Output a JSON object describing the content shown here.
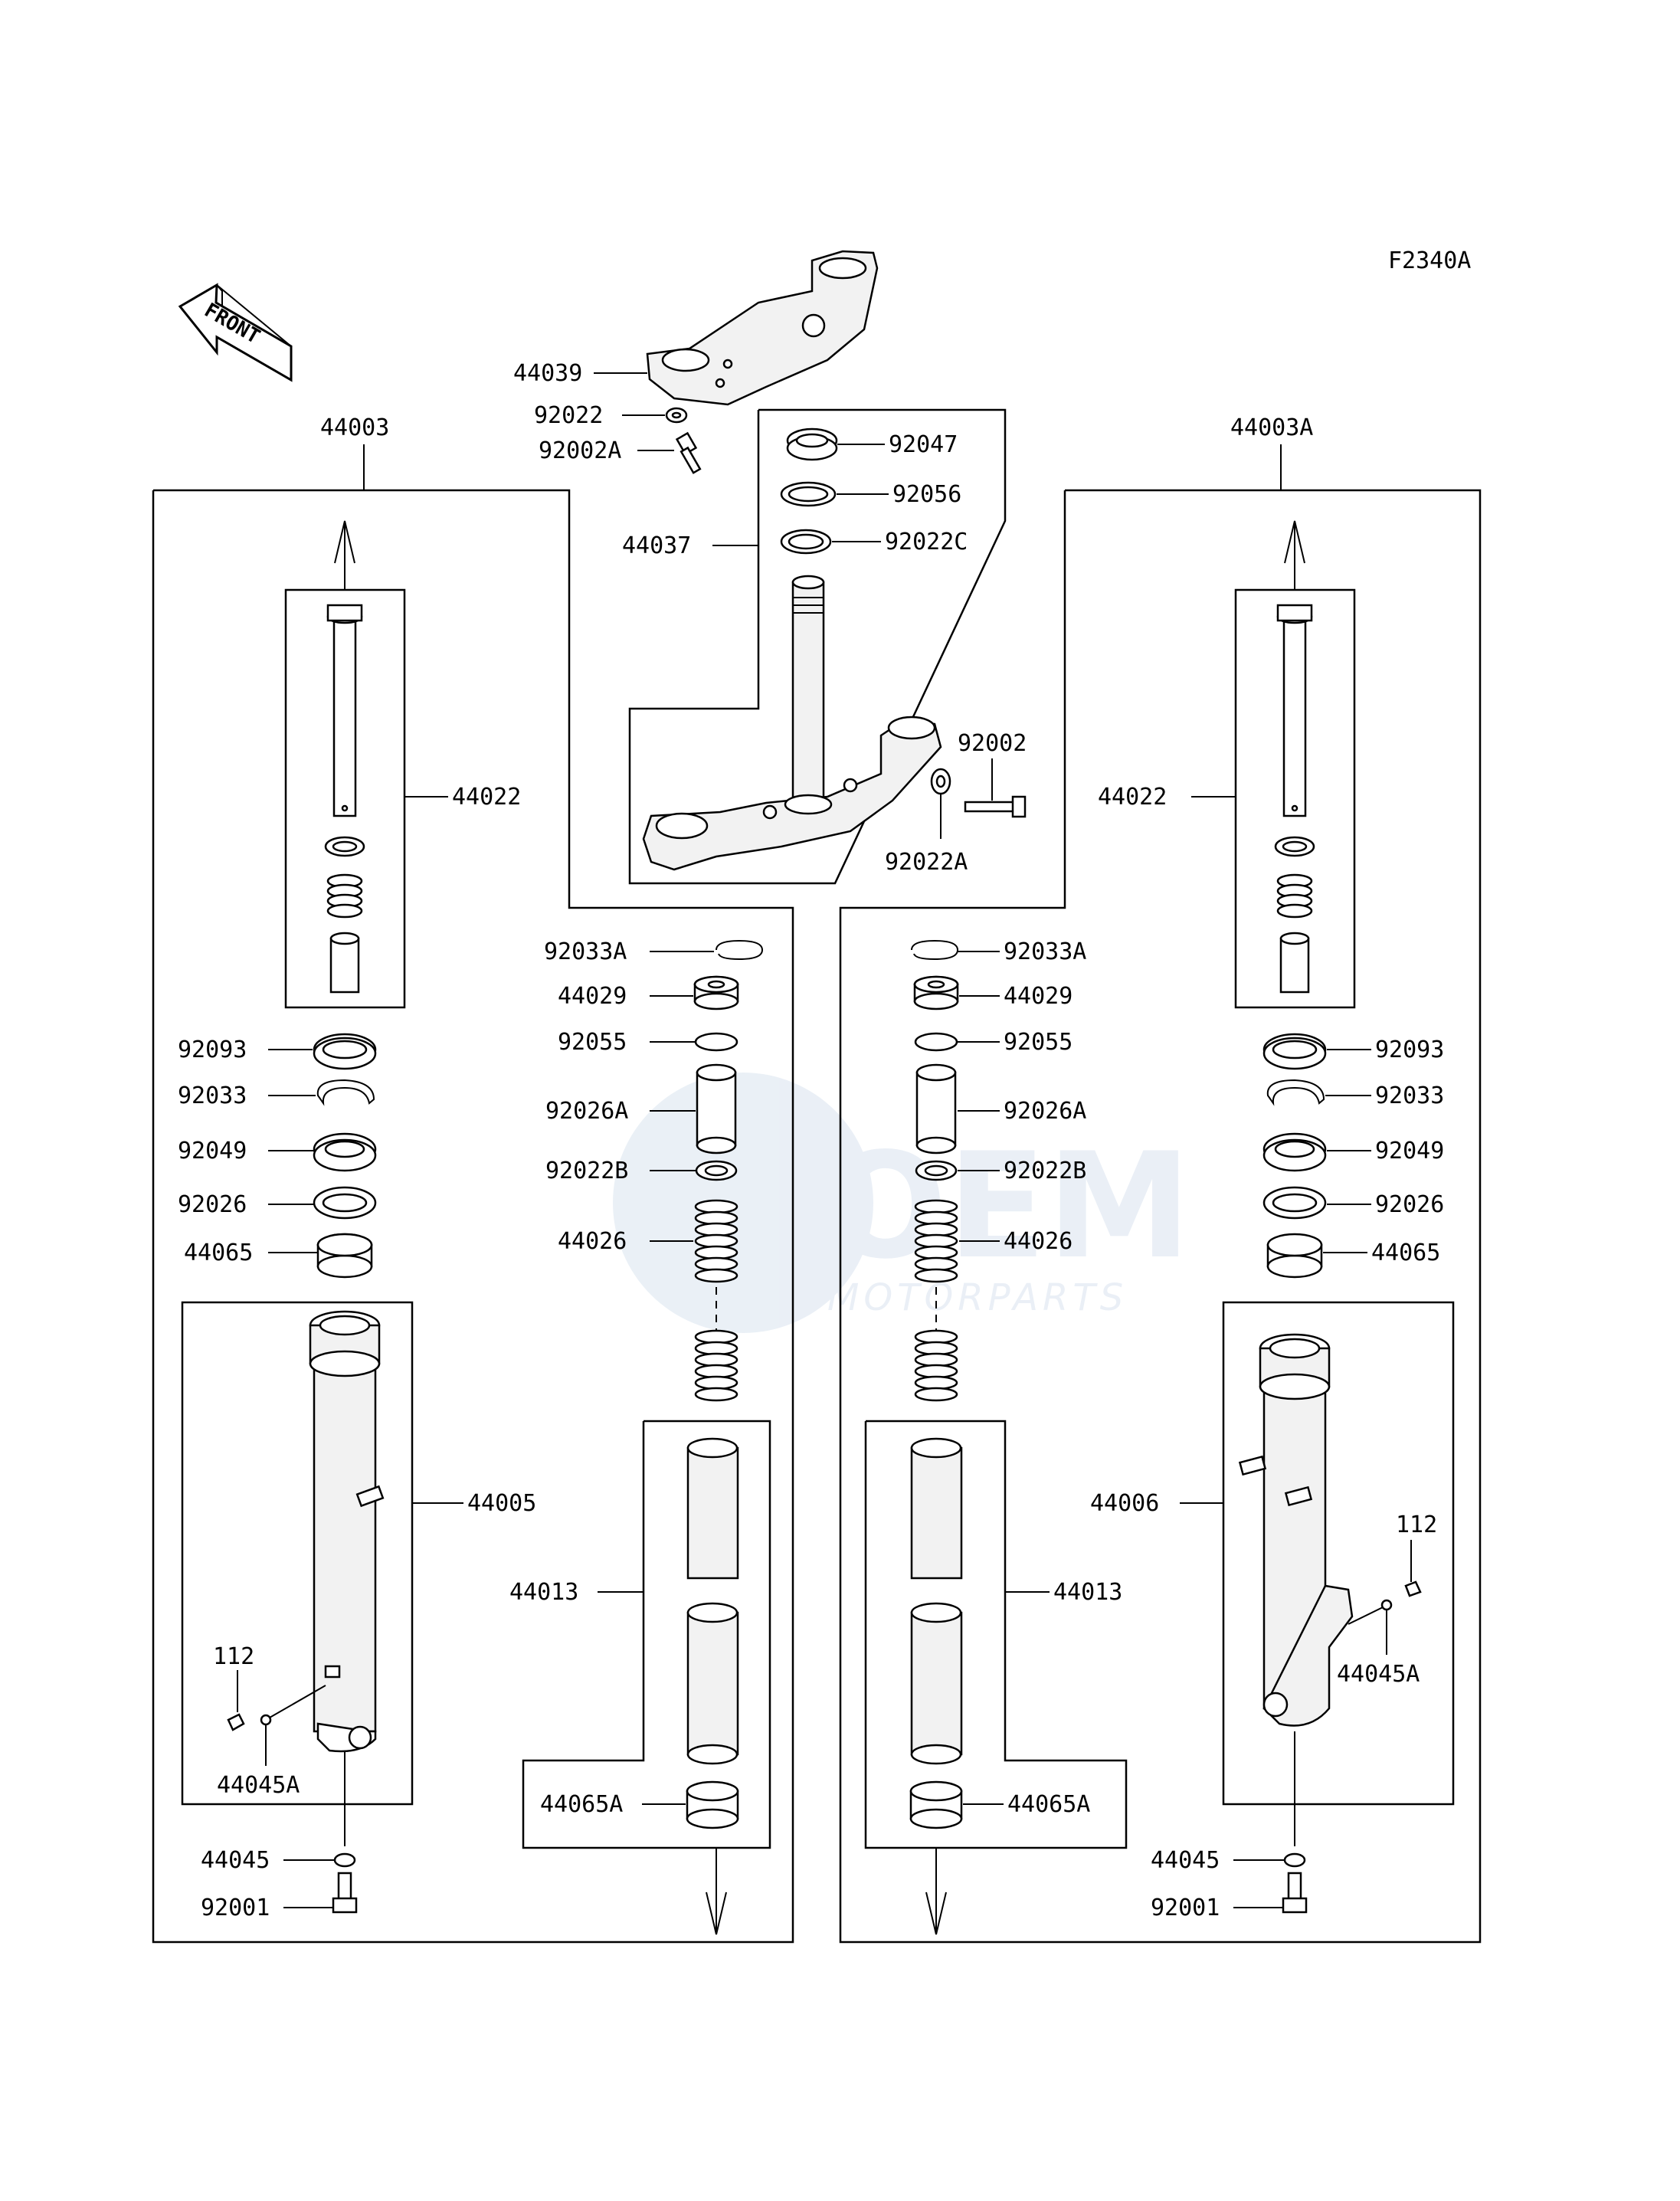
{
  "diagram": {
    "code": "F2340A",
    "front_label": "FRONT",
    "watermark_brand": "OEM",
    "watermark_sub": "MOTORPARTS",
    "labels": {
      "p44039": "44039",
      "p92022_top": "92022",
      "p92002A": "92002A",
      "p44003": "44003",
      "p44003A": "44003A",
      "p92047": "92047",
      "p92056": "92056",
      "p92022C": "92022C",
      "p44037": "44037",
      "p92002": "92002",
      "p92022A": "92022A",
      "p44022_l": "44022",
      "p44022_r": "44022",
      "p92033A_l": "92033A",
      "p92033A_r": "92033A",
      "p44029_l": "44029",
      "p44029_r": "44029",
      "p92055_l": "92055",
      "p92055_r": "92055",
      "p92026A_l": "92026A",
      "p92026A_r": "92026A",
      "p92022B_l": "92022B",
      "p92022B_r": "92022B",
      "p44026_l": "44026",
      "p44026_r": "44026",
      "p92093_l": "92093",
      "p92093_r": "92093",
      "p92033_l": "92033",
      "p92033_r": "92033",
      "p92049_l": "92049",
      "p92049_r": "92049",
      "p92026_l": "92026",
      "p92026_r": "92026",
      "p44065_l": "44065",
      "p44065_r": "44065",
      "p44005": "44005",
      "p44006": "44006",
      "p112_l": "112",
      "p112_r": "112",
      "p44045A_l": "44045A",
      "p44045A_r": "44045A",
      "p44013_l": "44013",
      "p44013_r": "44013",
      "p44065A_l": "44065A",
      "p44065A_r": "44065A",
      "p44045_l": "44045",
      "p44045_r": "44045",
      "p92001_l": "92001",
      "p92001_r": "92001"
    }
  }
}
